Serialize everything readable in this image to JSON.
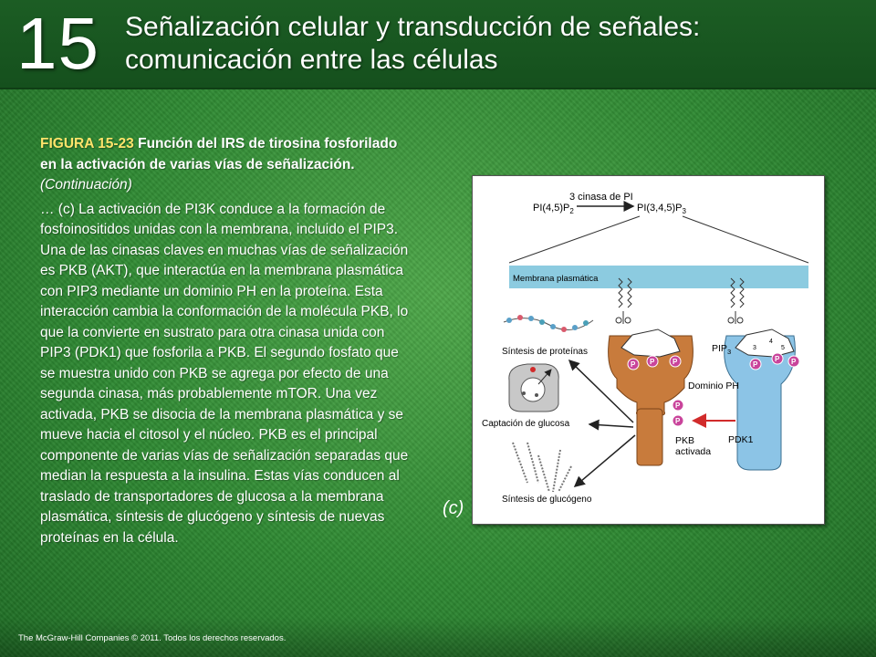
{
  "header": {
    "chapter_number": "15",
    "title": "Señalización celular y transducción de señales: comunicación entre las células"
  },
  "caption": {
    "figure_label": "FIGURA 15-23",
    "figure_title": "Función del IRS de tirosina fosforilado en la activación de varias vías de señalización.",
    "continuation": "(Continuación)",
    "body": "… (c) La activación de PI3K conduce a la formación de fosfoinositidos unidas con la membrana, incluido el PIP3. Una de las cinasas claves en muchas vías de señalización es PKB (AKT), que interactúa en la membrana plasmática con PIP3 mediante un dominio PH en la proteína. Esta interacción cambia la conformación de la molécula PKB, lo que la convierte en sustrato para otra cinasa unida con PIP3 (PDK1) que fosforila a PKB. El segundo fosfato que se muestra unido con PKB se agrega por efecto de una segunda cinasa, más probablemente mTOR. Una vez activada, PKB se disocia de la membrana plasmática y se mueve hacia el citosol y el núcleo. PKB es el principal componente de varias vías de señalización separadas que median la respuesta a la insulina. Estas vías conducen al traslado de transportadores de glucosa a la membrana plasmática, síntesis de glucógeno y síntesis de nuevas proteínas en la célula."
  },
  "figure": {
    "panel_label": "(c)",
    "reaction_left": "PI(4,5)P",
    "reaction_left_sub": "2",
    "enzyme": "3 cinasa de PI",
    "reaction_right": "PI(3,4,5)P",
    "reaction_right_sub": "3",
    "membrane_label": "Membrana plasmática",
    "protein_synthesis": "Síntesis de proteínas",
    "glucose_uptake": "Captación de glucosa",
    "glycogen_synthesis": "Síntesis de glucógeno",
    "ph_domain": "Dominio PH",
    "pip3": "PIP",
    "pip3_sub": "3",
    "pkb_line1": "PKB",
    "pkb_line2": "activada",
    "pdk1": "PDK1",
    "phosphate": "P",
    "ring_numbers": [
      "3",
      "4",
      "5"
    ],
    "colors": {
      "membrane": "#8ccbe0",
      "pkb": "#c87b3c",
      "pdk1": "#8cc4e6",
      "phosphate": "#c9449b",
      "arrow_red": "#d12b2b"
    }
  },
  "footer": {
    "copyright": "The McGraw-Hill Companies © 2011. Todos los derechos reservados."
  }
}
